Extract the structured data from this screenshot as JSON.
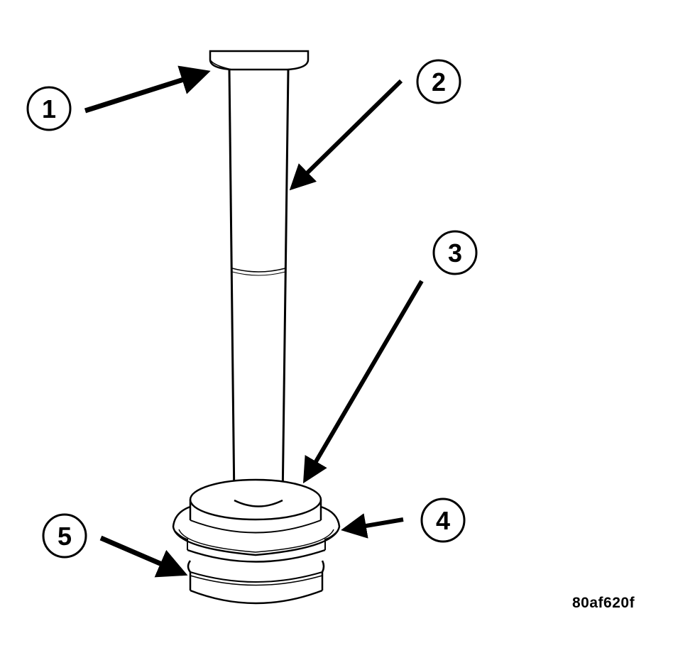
{
  "figure_id": "80af620f",
  "callouts": [
    {
      "number": "1"
    },
    {
      "number": "2"
    },
    {
      "number": "3"
    },
    {
      "number": "4"
    },
    {
      "number": "5"
    }
  ],
  "colors": {
    "line": "#000000",
    "background": "#ffffff"
  }
}
